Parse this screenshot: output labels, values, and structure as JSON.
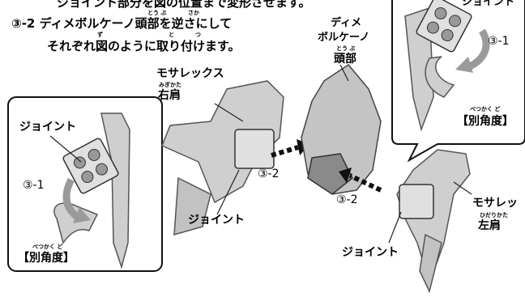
{
  "instructions": {
    "line0": "ジョイント部分を図の位置まで変形させます。",
    "line1": "③-2 ディメボルケーノ頭部を逆さにして",
    "line2": "それぞれ図のように取り付けます。",
    "ruby_toubu": "とう ぶ",
    "ruby_saka": "さか",
    "ruby_zu": "ず",
    "ruby_to": "と",
    "ruby_tsu": "つ"
  },
  "labels": {
    "joint": "ジョイント",
    "step_3_1": "③-1",
    "step_3_2": "③-2",
    "betsukakudo": "【別角度】",
    "ruby_betsukakudo": "べつかく ど",
    "mosa_right_title": "モサレックス",
    "mosa_right_sub": "右肩",
    "ruby_migikata": "みぎかた",
    "mosa_left_title": "モサレッ",
    "mosa_left_sub": "左肩",
    "ruby_hidarikata": "ひだりかた",
    "dime_title1": "ディメ",
    "dime_title2": "ボルケーノ",
    "dime_sub": "頭部",
    "ruby_toubu": "とう ぶ"
  },
  "colors": {
    "part_gray": "#c8c8c8",
    "part_dark": "#8a8a8a",
    "arrow_gray": "#9a9a9a",
    "text": "#000000"
  }
}
